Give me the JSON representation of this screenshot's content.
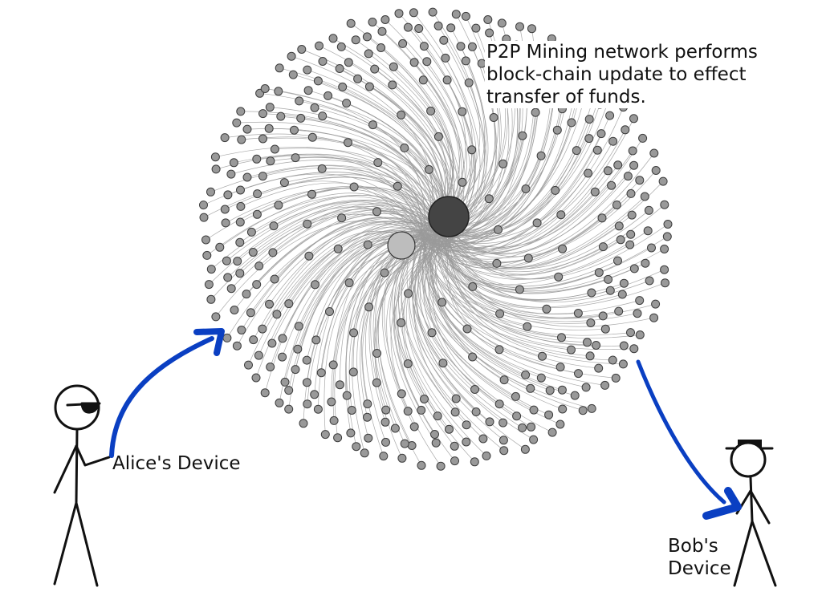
{
  "caption": "P2P Mining network performs\nblock-chain update to effect\ntransfer of funds.",
  "alice_label": "Alice's Device",
  "bob_label": "Bob's\nDevice",
  "colors": {
    "arrow": "#0a3fc2",
    "node_fill": "#999999",
    "node_stroke": "#3d3d3d",
    "edge": "#9a9a9a",
    "hub_dark": "#444444",
    "hub_light": "#bdbdbd",
    "ink": "#111111"
  },
  "icons": [
    "alice-figure-icon",
    "sunglasses-icon",
    "bob-figure-icon",
    "hat-icon",
    "arrow-to-network-icon",
    "arrow-to-bob-icon"
  ]
}
